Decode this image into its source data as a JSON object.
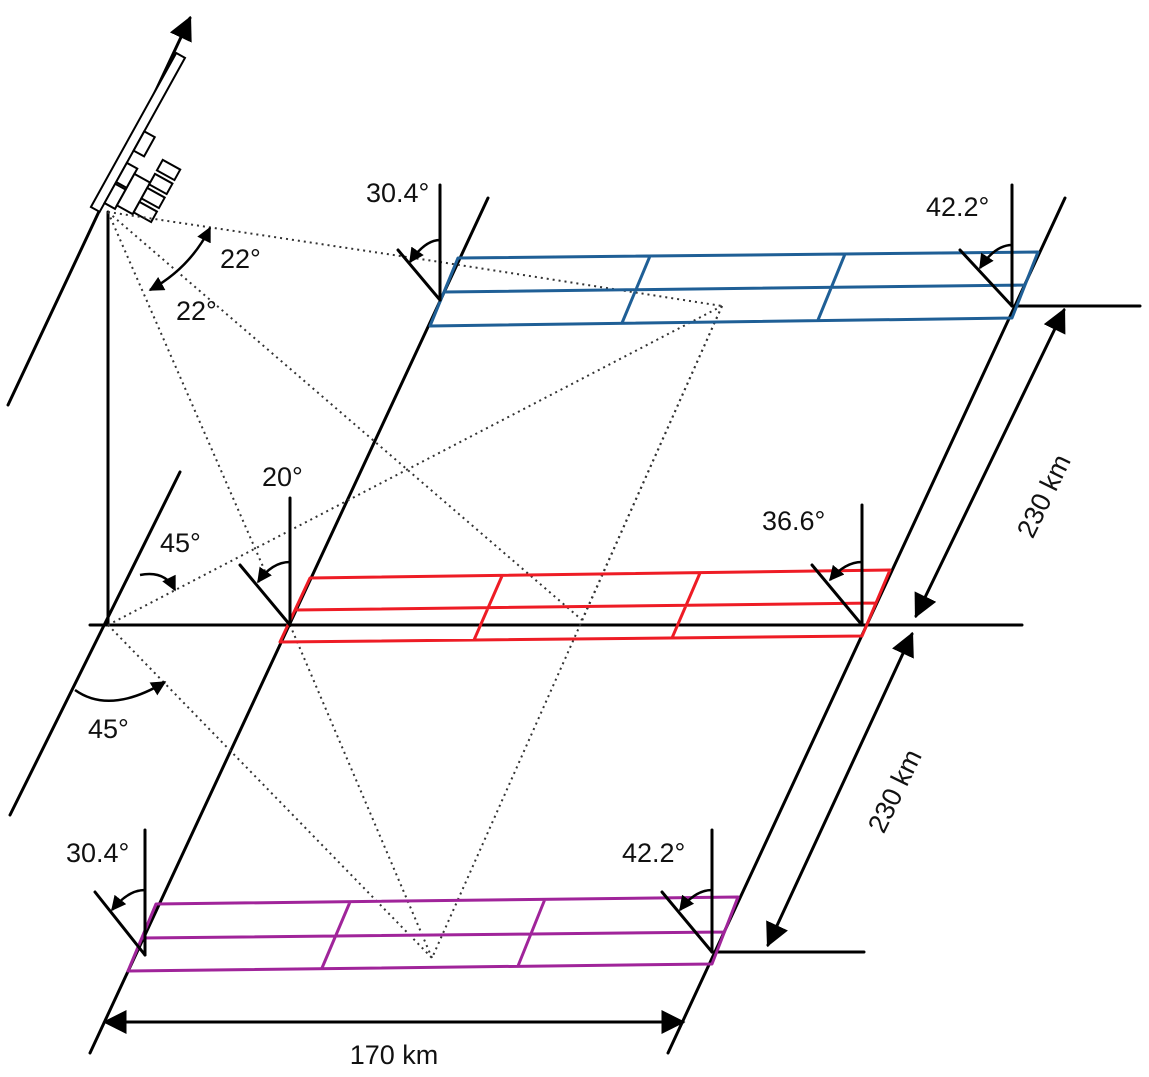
{
  "colors": {
    "blue_fill": "#b8e0f6",
    "blue_stroke": "#1f5f96",
    "red_fill": "#f9c4cc",
    "red_stroke": "#ee1c25",
    "purple_fill": "#f2bde8",
    "purple_stroke": "#a0249a",
    "line": "#000000"
  },
  "labels": {
    "blue_left_angle": "30.4°",
    "blue_right_angle": "42.2°",
    "red_left_angle": "20°",
    "red_right_angle": "36.6°",
    "purple_left_angle": "30.4°",
    "purple_right_angle": "42.2°",
    "sat_angle_upper": "22°",
    "sat_angle_lower": "22°",
    "nadir_angle": "45°",
    "ground_angle": "45°",
    "dist_upper": "230 km",
    "dist_lower": "230 km",
    "swath_width": "170 km"
  },
  "icons": {
    "satellite": "satellite-icon",
    "arrow": "arrowhead-icon"
  }
}
